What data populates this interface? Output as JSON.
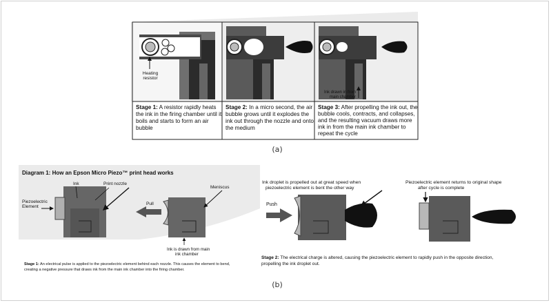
{
  "figure_a": {
    "heating_resistor_label": [
      "Heating",
      "resistor"
    ],
    "ink_drawn_label": [
      "Ink drawn in from",
      "main chamber"
    ],
    "stages": [
      {
        "title": "Stage 1:",
        "lines": [
          " A resistor rapidly heats",
          "the ink in the firing chamber until it",
          "boils and starts to form an air",
          "bubble"
        ]
      },
      {
        "title": "Stage 2:",
        "lines": [
          " In a micro second, the air",
          "bubble grows until it explodes the",
          "ink out through the nozzle and onto",
          "the medium"
        ]
      },
      {
        "title": "Stage 3:",
        "lines": [
          " After propelling the ink out, the",
          "bubble cools, contracts, and collapses,",
          "and the resulting vacuum draws more",
          "ink in from the main ink chamber to",
          "repeat the cycle"
        ]
      }
    ],
    "caption": "(a)"
  },
  "figure_b": {
    "diagram_title": "Diagram 1: How an Epson Micro Piezo™ print head works",
    "labels": {
      "ink": "Ink",
      "print_nozzle": "Print nozzle",
      "meniscus": "Meniscus",
      "piezo_element": [
        "Piezoelectric",
        "Element"
      ],
      "pull": "Pull",
      "ink_drawn": [
        "Ink is drawn from main",
        "ink chamber"
      ],
      "push": "Push",
      "droplet_propelled": [
        "Ink droplet is propelled out at great speed when",
        "piezoelectric element is bent the other way"
      ],
      "returns": [
        "Piezoelectric element returns to original shape",
        "after cycle is complete"
      ]
    },
    "stage1": {
      "title": "Stage 1:",
      "lines": [
        " An electrical pulse is applied to the piezoelectric element behind each nozzle. This causes the element to bend,",
        "creating a negative pressure that draws ink from the main ink chamber into the firing chamber."
      ]
    },
    "stage2": {
      "title": "Stage 2:",
      "lines": [
        " The electrical charge is altered, causing the piezoelectric element to rapidly push in the opposite direction,",
        "propelling the ink droplet out."
      ]
    },
    "caption": "(b)"
  }
}
